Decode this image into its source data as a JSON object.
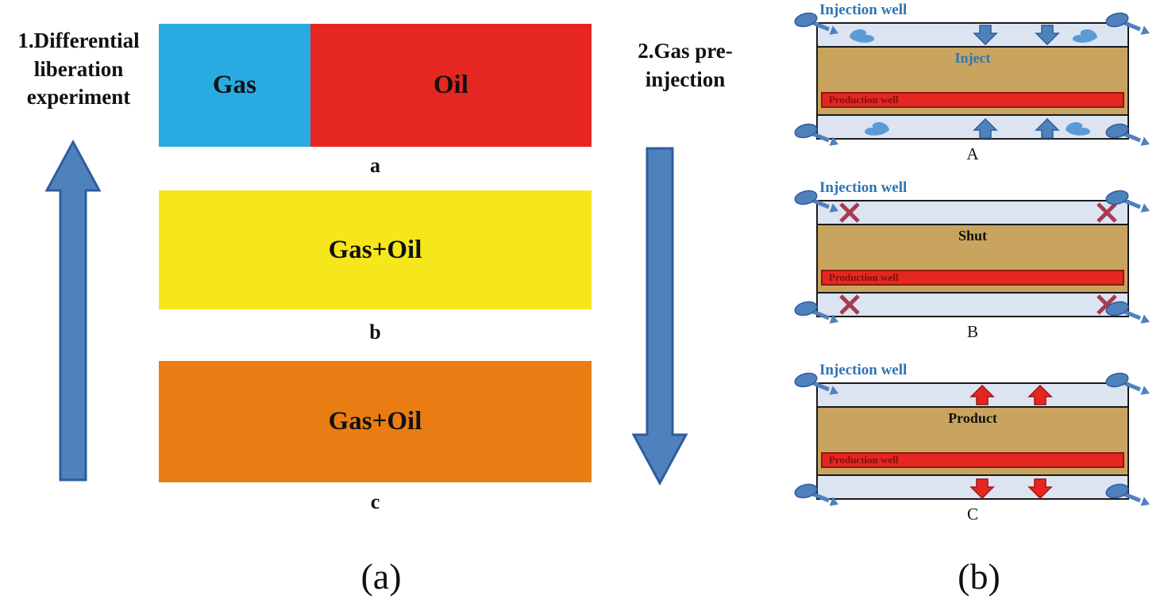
{
  "panel_a": {
    "label_left": "1.Differential liberation experiment",
    "label_right": "2.Gas pre-injection",
    "bar_a": {
      "gas_label": "Gas",
      "oil_label": "Oil",
      "caption": "a"
    },
    "bar_b": {
      "label": "Gas+Oil",
      "caption": "b"
    },
    "bar_c": {
      "label": "Gas+Oil",
      "caption": "c"
    },
    "caption": "(a)"
  },
  "panel_b": {
    "diagram_a": {
      "injection_label": "Injection well",
      "mode_label": "Inject",
      "well_label": "Production well",
      "caption": "A"
    },
    "diagram_b": {
      "injection_label": "Injection well",
      "mode_label": "Shut",
      "well_label": "Production well",
      "caption": "B"
    },
    "diagram_c": {
      "injection_label": "Injection well",
      "mode_label": "Product",
      "well_label": "Production well",
      "caption": "C"
    },
    "caption": "(b)"
  },
  "colors": {
    "gas_cyan": "#29abe2",
    "oil_red": "#e62620",
    "gas_oil_yellow": "#f6e71c",
    "gas_oil_orange": "#e97d13",
    "arrow_blue": "#4f81bd",
    "arrow_blue_border": "#2e5d9e",
    "reservoir_lavender": "#dce3f1",
    "rock_tan": "#c9a45e",
    "well_red": "#e62620",
    "label_blue": "#2e74b5",
    "swirl_blue": "#5b9bd5",
    "shut_x": "#a83a50"
  }
}
